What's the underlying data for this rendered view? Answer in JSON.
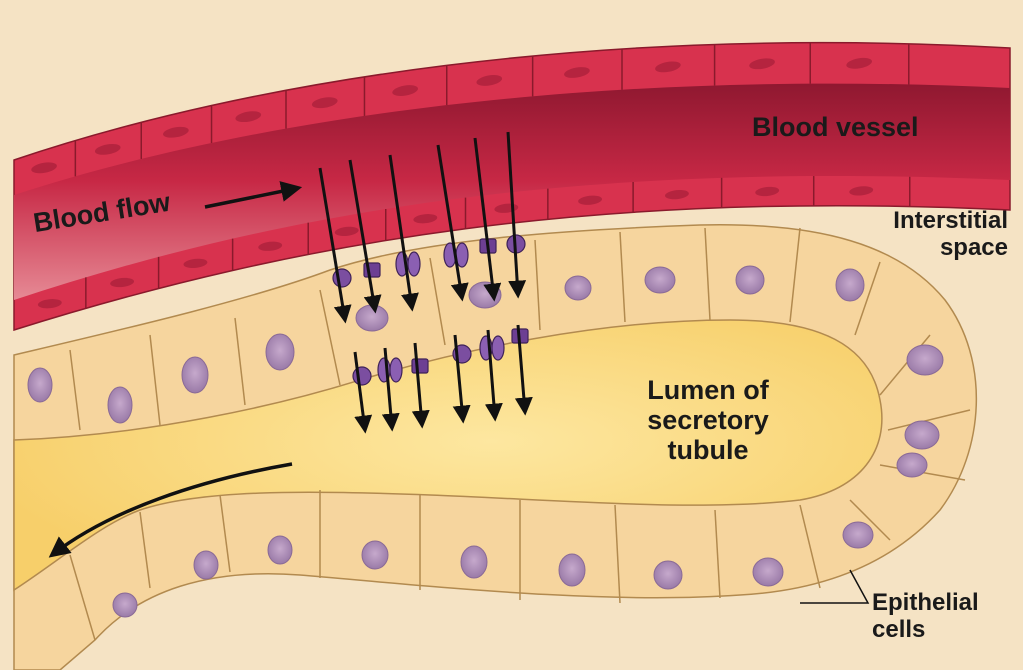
{
  "labels": {
    "blood_vessel": "Blood vessel",
    "blood_flow": "Blood flow",
    "interstitial_space": [
      "Interstitial",
      "space"
    ],
    "lumen": [
      "Lumen of",
      "secretory",
      "tubule"
    ],
    "epithelial_cells": [
      "Epithelial",
      "cells"
    ]
  },
  "colors": {
    "background": "#f5e3c4",
    "vessel_wall": "#d9334f",
    "vessel_lumen": "#b81f3c",
    "endothelial_nucleus": "#b5243f",
    "epithelial_cell": "#f6d59e",
    "cell_nucleus": "#a98ab3",
    "lumen": "#fbdc82",
    "transporter": "#7b4ea0",
    "arrow": "#111111"
  }
}
